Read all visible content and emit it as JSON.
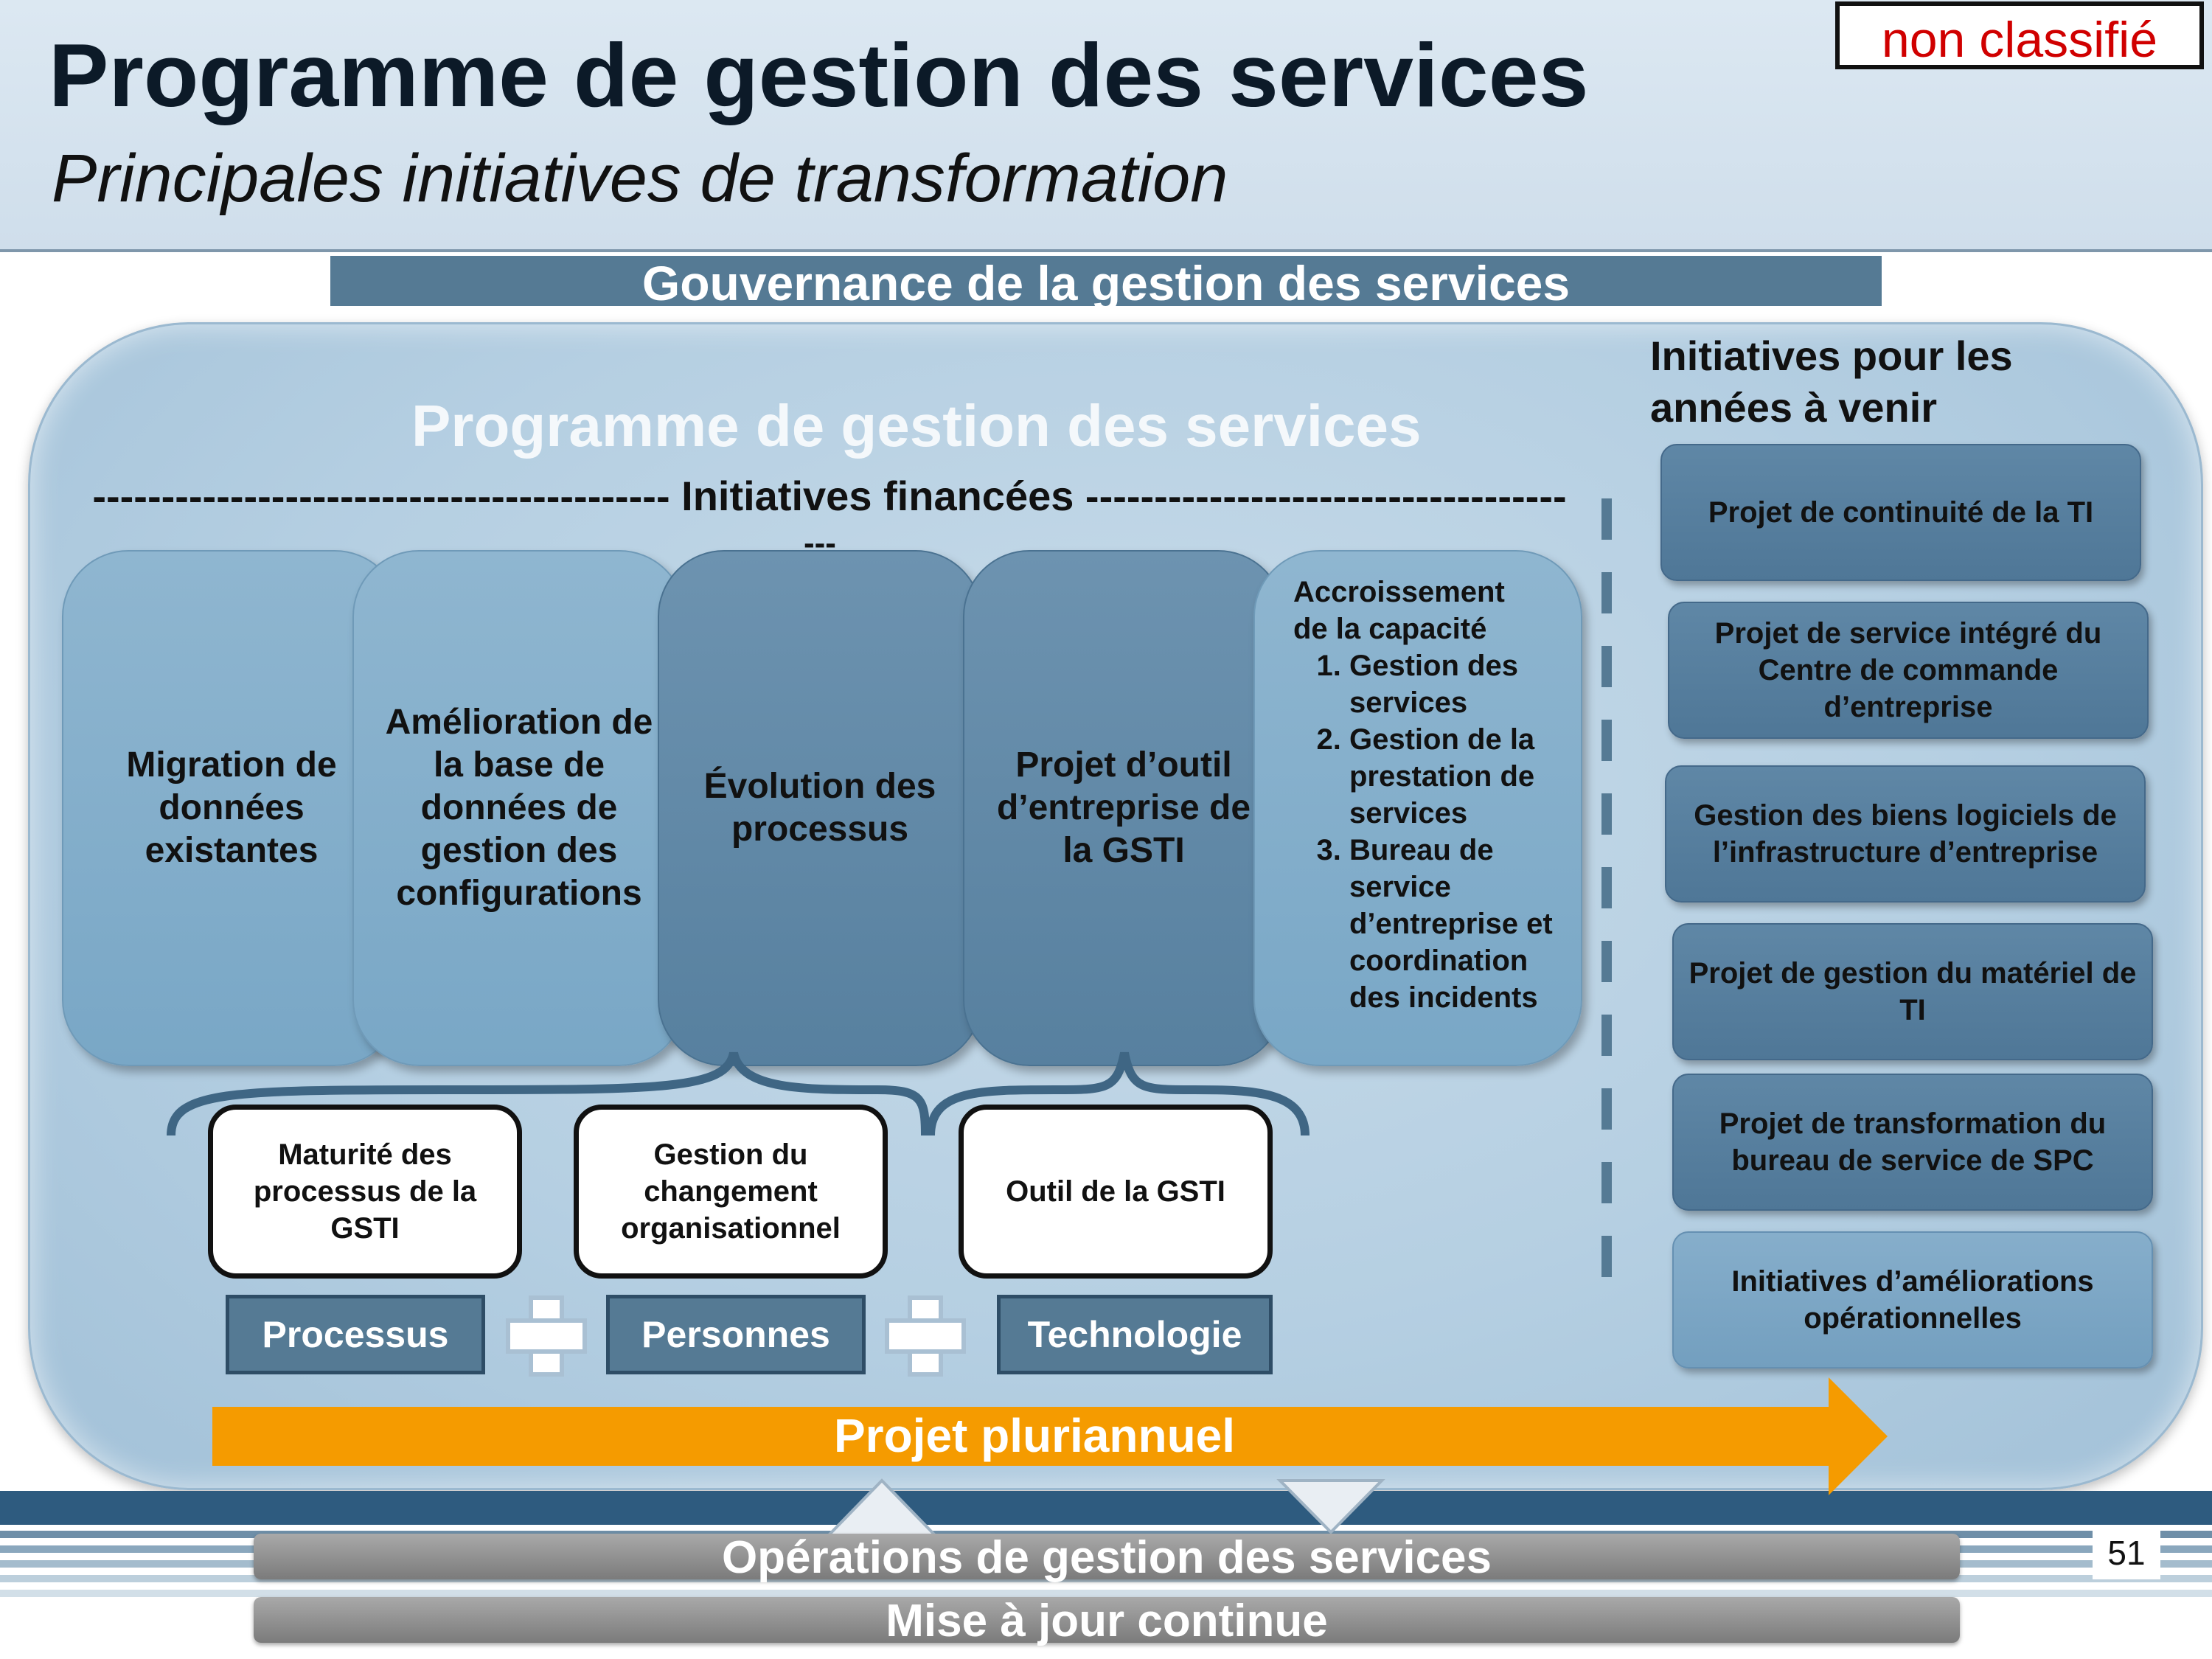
{
  "header": {
    "title": "Programme de gestion des services",
    "subtitle": "Principales initiatives de transformation",
    "classification": "non classifié"
  },
  "governance": {
    "label": "Gouvernance de la gestion des services"
  },
  "program": {
    "heading": "Programme de gestion des services",
    "funded_label": "------------------------------------------ Initiatives financées -----------------------------------",
    "funded_label_cont": "---",
    "tiles": [
      {
        "label": "Migration de données existantes"
      },
      {
        "label": "Amélioration de la base de données de gestion des configurations"
      },
      {
        "label": "Évolution des processus"
      },
      {
        "label": "Projet d’outil d’entreprise de la GSTI"
      }
    ],
    "capacity": {
      "heading": "Accroissement de la capacité",
      "items": [
        "Gestion des services",
        "Gestion de la prestation de services",
        "Bureau de service d’entreprise et coordination des incidents"
      ]
    }
  },
  "future": {
    "heading": "Initiatives pour les années à venir",
    "items": [
      "Projet de continuité de la TI",
      "Projet de service intégré du Centre de commande d’entreprise",
      "Gestion des biens logiciels de l’infrastructure d’entreprise",
      "Projet de gestion du matériel de TI",
      "Projet de transformation du bureau de service de SPC",
      "Initiatives d’améliorations opérationnelles"
    ]
  },
  "pillars": {
    "boxes": [
      "Maturité des processus de la GSTI",
      "Gestion du changement organisationnel",
      "Outil de la GSTI"
    ],
    "tags": [
      "Processus",
      "Personnes",
      "Technologie"
    ]
  },
  "multiyear": {
    "label": "Projet pluriannuel"
  },
  "bottom": {
    "operations": "Opérations de gestion des services",
    "update": "Mise à jour continue",
    "page_number": "51"
  },
  "colors": {
    "accent": "#557a94",
    "arrow": "#f59b00",
    "classification_text": "#d00000"
  }
}
